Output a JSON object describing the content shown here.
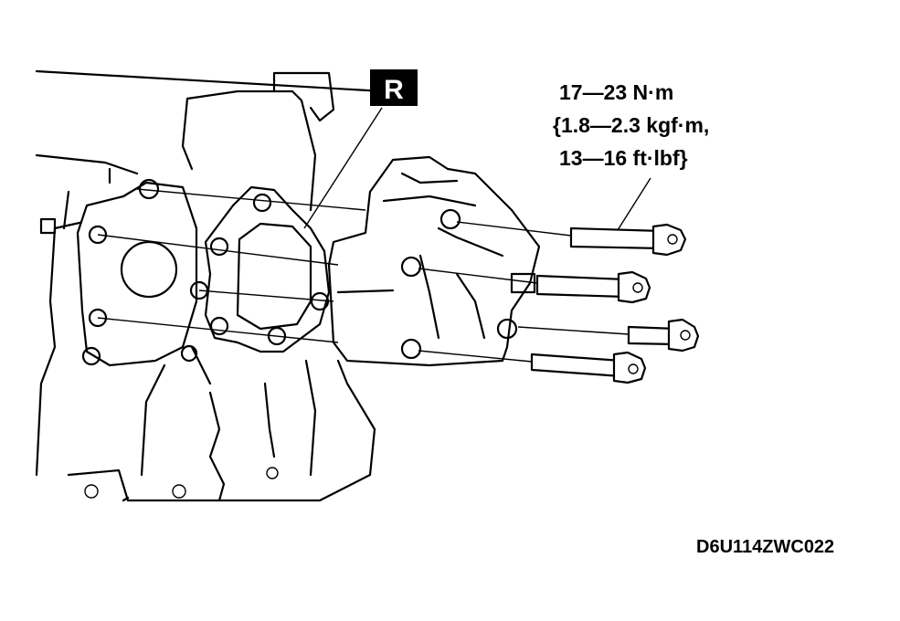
{
  "figure": {
    "part_marker": "R",
    "torque": {
      "line1": "17—23 N·m",
      "line2": "{1.8—2.3 kgf·m,",
      "line3": "13—16 ft·lbf}"
    },
    "code": "D6U114ZWC022"
  }
}
